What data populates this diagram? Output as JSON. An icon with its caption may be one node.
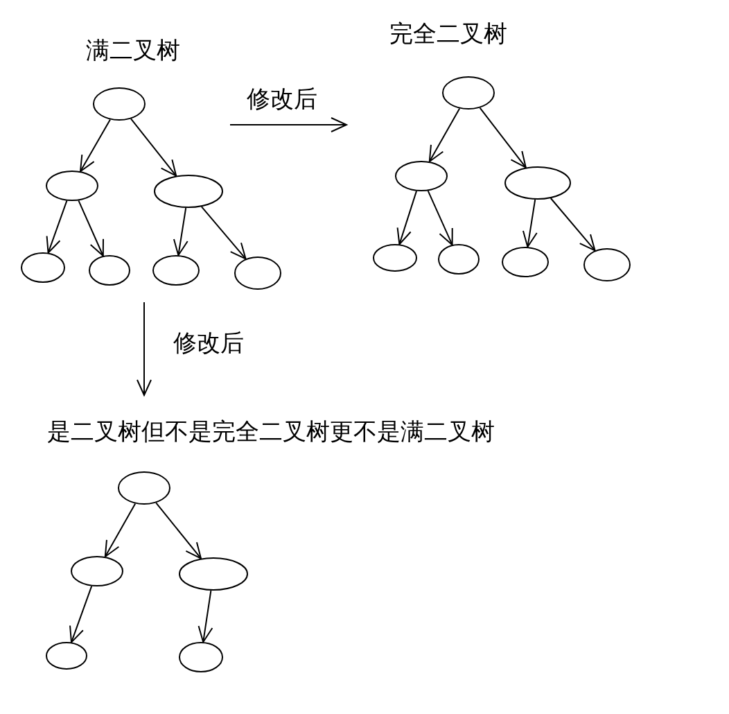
{
  "diagram": {
    "nodes": [
      {
        "text": [],
        "shape": "ellipse"
      },
      {
        "text": [],
        "shape": "ellipse"
      },
      {
        "text": [],
        "shape": "ellipse"
      },
      {
        "text": [],
        "shape": "ellipse"
      },
      {
        "text": [],
        "shape": "ellipse"
      },
      {
        "text": [],
        "shape": "ellipse"
      },
      {
        "text": [],
        "shape": "ellipse"
      },
      {
        "text": [],
        "shape": "ellipse"
      },
      {
        "text": [],
        "shape": "ellipse"
      },
      {
        "text": [],
        "shape": "ellipse"
      },
      {
        "text": [],
        "shape": "ellipse"
      },
      {
        "text": [],
        "shape": "ellipse"
      },
      {
        "text": [],
        "shape": "ellipse"
      },
      {
        "text": [],
        "shape": "ellipse"
      },
      {
        "text": [],
        "shape": "ellipse"
      },
      {
        "text": [],
        "shape": "ellipse"
      },
      {
        "text": [],
        "shape": "ellipse"
      },
      {
        "text": [],
        "shape": "ellipse"
      },
      {
        "text": [],
        "shape": "ellipse"
      }
    ],
    "edges": [
      {
        "from": 0,
        "to": 1,
        "arrow": "to"
      },
      {
        "from": 0,
        "to": 2,
        "arrow": "to"
      },
      {
        "from": 1,
        "to": 3,
        "arrow": "to"
      },
      {
        "from": 1,
        "to": 4,
        "arrow": "to"
      },
      {
        "from": 2,
        "to": 5,
        "arrow": "to"
      },
      {
        "from": 2,
        "to": 6,
        "arrow": "to"
      },
      {
        "from": 7,
        "to": 8,
        "arrow": "to"
      },
      {
        "from": 7,
        "to": 9,
        "arrow": "to"
      },
      {
        "from": 8,
        "to": 10,
        "arrow": "to"
      },
      {
        "from": 8,
        "to": 11,
        "arrow": "to"
      },
      {
        "from": 9,
        "to": 12,
        "arrow": "to"
      },
      {
        "from": 9,
        "to": 13,
        "arrow": "to"
      },
      {
        "from": 14,
        "to": 15,
        "arrow": "to"
      },
      {
        "from": 14,
        "to": 16,
        "arrow": "to"
      },
      {
        "from": 15,
        "to": 17,
        "arrow": "to"
      },
      {
        "from": 16,
        "to": 18,
        "arrow": "to"
      }
    ],
    "labels": [
      "完全二叉树",
      "满二叉树",
      "修改后",
      "修改后",
      "是二叉树但不是完全二叉树更不是满二叉树"
    ]
  }
}
